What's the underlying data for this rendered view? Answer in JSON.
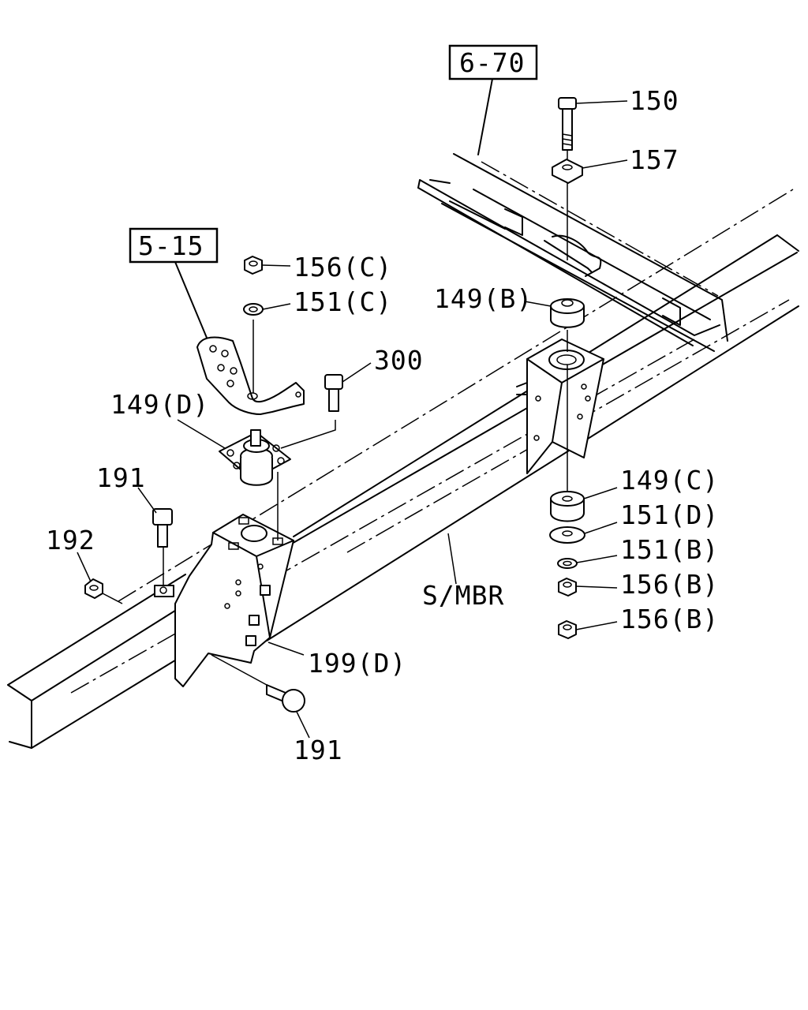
{
  "references": [
    {
      "id": "ref-5-15",
      "text": "5-15"
    },
    {
      "id": "ref-6-70",
      "text": "6-70"
    }
  ],
  "callouts": [
    {
      "id": "p150",
      "text": "150"
    },
    {
      "id": "p157",
      "text": "157"
    },
    {
      "id": "p156c",
      "text": "156(C)"
    },
    {
      "id": "p151c",
      "text": "151(C)"
    },
    {
      "id": "p149b",
      "text": "149(B)"
    },
    {
      "id": "p300",
      "text": "300"
    },
    {
      "id": "p149d",
      "text": "149(D)"
    },
    {
      "id": "p191a",
      "text": "191"
    },
    {
      "id": "p192",
      "text": "192"
    },
    {
      "id": "p149c",
      "text": "149(C)"
    },
    {
      "id": "p151d",
      "text": "151(D)"
    },
    {
      "id": "p151b",
      "text": "151(B)"
    },
    {
      "id": "p156b1",
      "text": "156(B)"
    },
    {
      "id": "p156b2",
      "text": "156(B)"
    },
    {
      "id": "psmbr",
      "text": "S/MBR"
    },
    {
      "id": "p199d",
      "text": "199(D)"
    },
    {
      "id": "p191b",
      "text": "191"
    }
  ]
}
